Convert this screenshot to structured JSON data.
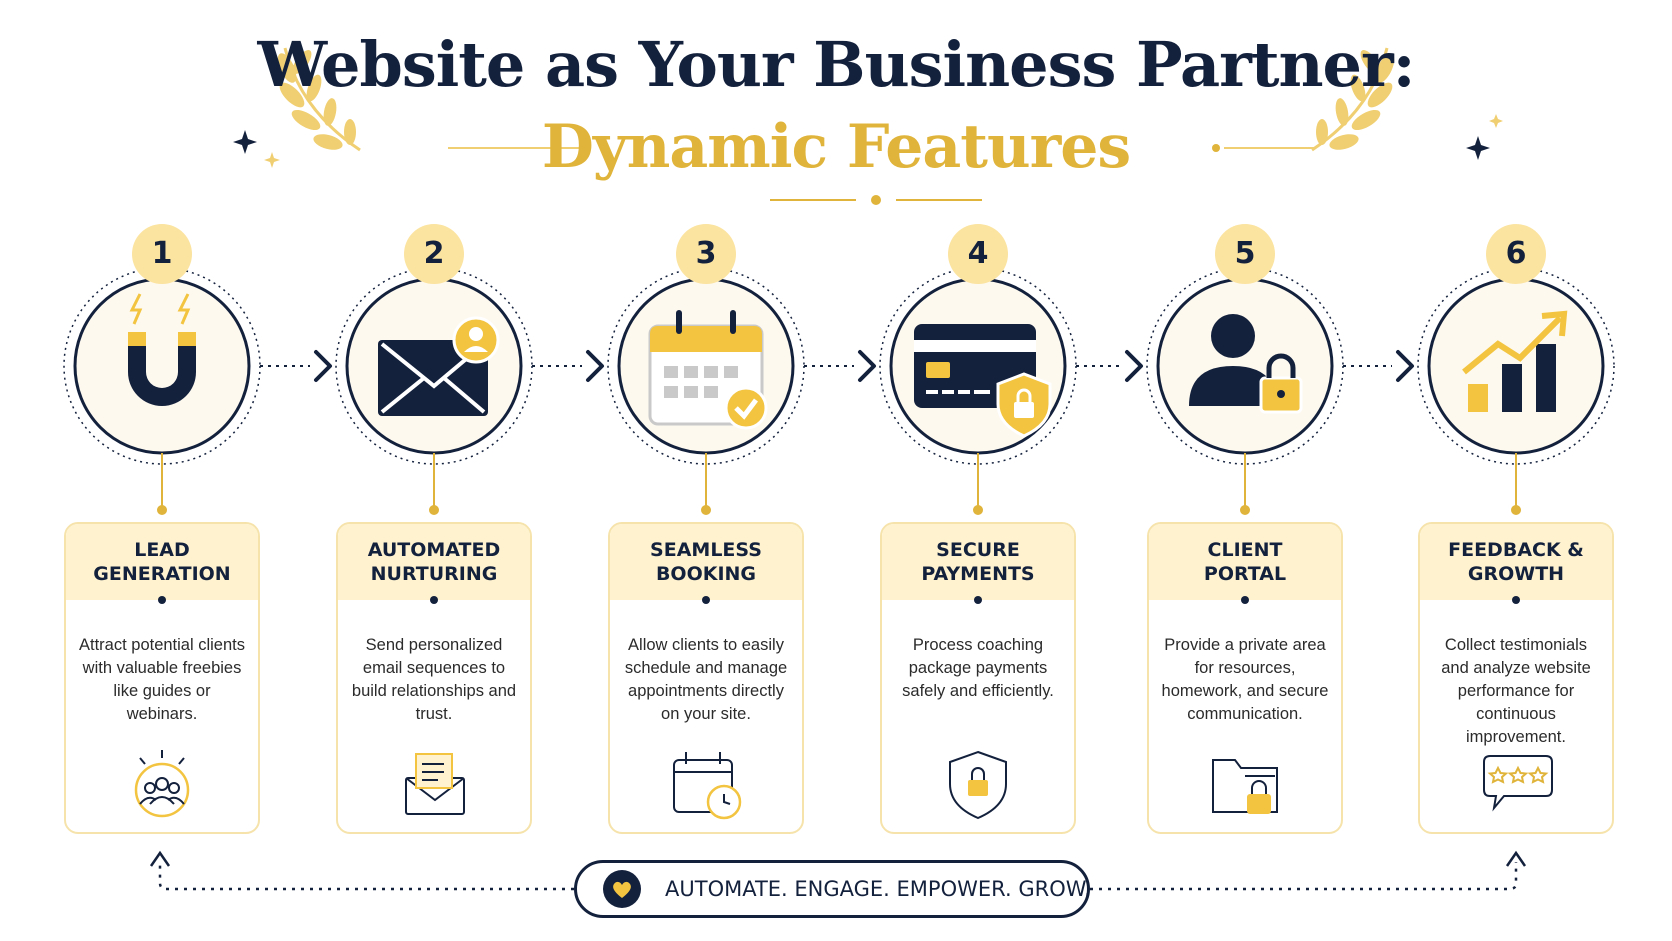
{
  "header": {
    "title": "Website as Your Business Partner:",
    "subtitle": "Dynamic Features"
  },
  "colors": {
    "navy": "#14213d",
    "gold": "#e0b43a",
    "light_gold": "#fbe3a0",
    "cream": "#fff3cf"
  },
  "steps": [
    {
      "number": "1",
      "title": "LEAD\nGENERATION",
      "description": "Attract potential clients with valuable freebies like guides or webinars.",
      "main_icon": "magnet-icon",
      "small_icon": "audience-icon"
    },
    {
      "number": "2",
      "title": "AUTOMATED\nNURTURING",
      "description": "Send personalized email sequences to build relationships and trust.",
      "main_icon": "envelope-user-icon",
      "small_icon": "mail-letter-icon"
    },
    {
      "number": "3",
      "title": "SEAMLESS\nBOOKING",
      "description": "Allow clients to easily schedule and manage appointments directly on your site.",
      "main_icon": "calendar-check-icon",
      "small_icon": "calendar-clock-icon"
    },
    {
      "number": "4",
      "title": "SECURE\nPAYMENTS",
      "description": "Process coaching package payments safely and efficiently.",
      "main_icon": "credit-card-shield-icon",
      "small_icon": "shield-lock-icon"
    },
    {
      "number": "5",
      "title": "CLIENT\nPORTAL",
      "description": "Provide a private area for resources, homework, and secure communication.",
      "main_icon": "user-lock-icon",
      "small_icon": "folder-lock-icon"
    },
    {
      "number": "6",
      "title": "FEEDBACK &\nGROWTH",
      "description": "Collect testimonials and analyze website performance for continuous improvement.",
      "main_icon": "growth-chart-icon",
      "small_icon": "star-rating-icon"
    }
  ],
  "footer": {
    "tagline": "AUTOMATE. ENGAGE. EMPOWER. GROW.",
    "icon": "heart-icon"
  }
}
